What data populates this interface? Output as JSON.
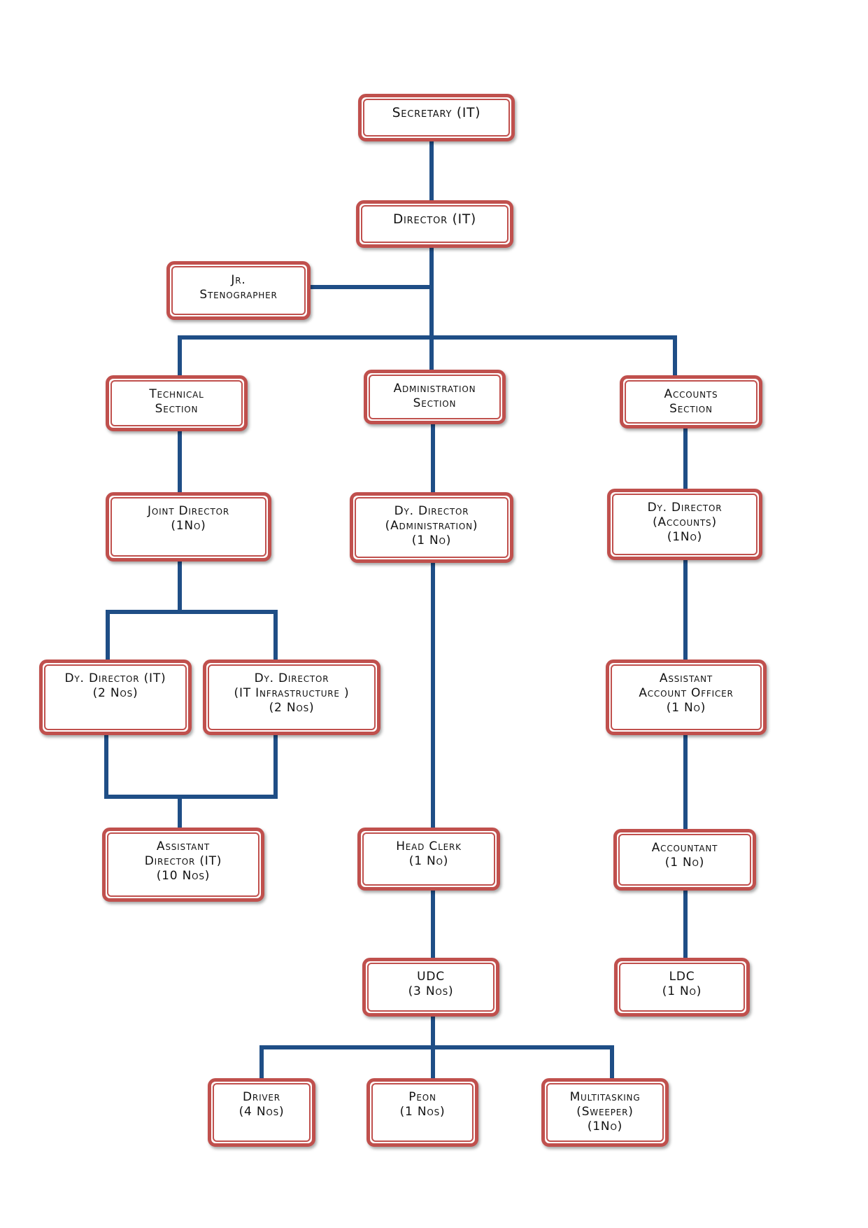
{
  "colors": {
    "box_border": "#c0504d",
    "connector": "#1f4e86",
    "text": "#111111",
    "background": "#ffffff"
  },
  "nodes": {
    "secretary": {
      "lines": [
        "Secretary (IT)"
      ]
    },
    "director": {
      "lines": [
        "Director (IT)"
      ]
    },
    "jr_stenographer": {
      "lines": [
        "Jr.",
        "Stenographer"
      ]
    },
    "technical_section": {
      "lines": [
        "Technical",
        "Section"
      ]
    },
    "administration_section": {
      "lines": [
        "Administration",
        "Section"
      ]
    },
    "accounts_section": {
      "lines": [
        "Accounts",
        "Section"
      ]
    },
    "joint_director": {
      "lines": [
        "Joint Director",
        "(1No)"
      ]
    },
    "dy_director_admin": {
      "lines": [
        "Dy. Director",
        "(Administration)",
        "(1 No)"
      ]
    },
    "dy_director_accounts": {
      "lines": [
        "Dy. Director",
        "(Accounts)",
        "(1No)"
      ]
    },
    "dy_director_it": {
      "lines": [
        "Dy. Director (IT)",
        "(2 Nos)"
      ]
    },
    "dy_director_it_infra": {
      "lines": [
        "Dy. Director",
        "(IT Infrastructure )",
        "(2 Nos)"
      ]
    },
    "assistant_account_officer": {
      "lines": [
        "Assistant",
        "Account Officer",
        "(1 No)"
      ]
    },
    "assistant_director_it": {
      "lines": [
        "Assistant",
        "Director (IT)",
        "(10 Nos)"
      ]
    },
    "head_clerk": {
      "lines": [
        "Head Clerk",
        "(1 No)"
      ]
    },
    "accountant": {
      "lines": [
        "Accountant",
        "(1 No)"
      ]
    },
    "udc": {
      "lines": [
        "UDC",
        "(3 Nos)"
      ]
    },
    "ldc": {
      "lines": [
        "LDC",
        "(1 No)"
      ]
    },
    "driver": {
      "lines": [
        "Driver",
        "(4 Nos)"
      ]
    },
    "peon": {
      "lines": [
        "Peon",
        "(1 Nos)"
      ]
    },
    "multitasking_sweeper": {
      "lines": [
        "Multitasking",
        "(Sweeper)",
        "(1No)"
      ]
    }
  }
}
